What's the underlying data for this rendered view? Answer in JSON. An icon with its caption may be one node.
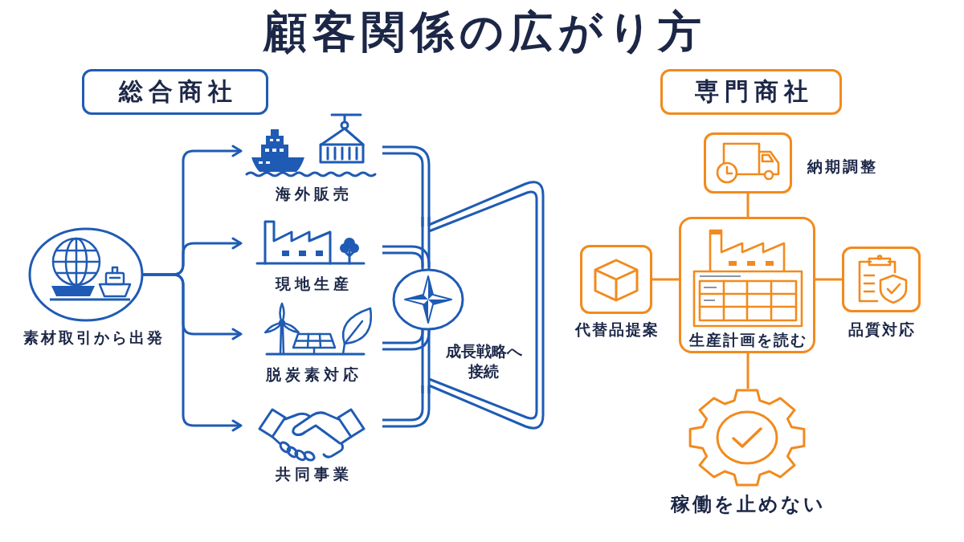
{
  "diagram": {
    "title": "顧客関係の広がり方",
    "nodes": [
      {
        "text": [
          "総合商社"
        ]
      },
      {
        "text": [
          "素材取引から出発"
        ]
      },
      {
        "text": [
          "海外販売"
        ]
      },
      {
        "text": [
          "現地生産"
        ]
      },
      {
        "text": [
          "脱炭素対応"
        ]
      },
      {
        "text": [
          "共同事業"
        ]
      },
      {
        "text": [
          "成長戦略へ接続"
        ]
      },
      {
        "text": [
          "専門商社"
        ]
      },
      {
        "text": [],
        "shape": "box",
        "beside": [
          "納期調整"
        ]
      },
      {
        "text": [
          "代替品提案"
        ]
      },
      {
        "text": [
          "生産計画を読む"
        ]
      },
      {
        "text": [
          "品質対応"
        ]
      },
      {
        "text": [
          "稼働を止めない"
        ]
      }
    ],
    "edges": [
      {
        "from": 1,
        "to": 2,
        "arrow": "to"
      },
      {
        "from": 1,
        "to": 3,
        "arrow": "to"
      },
      {
        "from": 1,
        "to": 4,
        "arrow": "to"
      },
      {
        "from": 1,
        "to": 5,
        "arrow": "to"
      },
      {
        "from": 2,
        "to": 6,
        "arrow": "none"
      },
      {
        "from": 3,
        "to": 6,
        "arrow": "none"
      },
      {
        "from": 4,
        "to": 6,
        "arrow": "none"
      },
      {
        "from": 5,
        "to": 6,
        "arrow": "none"
      },
      {
        "from": 10,
        "to": 8,
        "arrow": "none",
        "color": "#f28a1d"
      },
      {
        "from": 10,
        "to": 9,
        "arrow": "none",
        "color": "#f28a1d"
      },
      {
        "from": 10,
        "to": 11,
        "arrow": "none",
        "color": "#f28a1d"
      },
      {
        "from": 10,
        "to": 12,
        "arrow": "none",
        "color": "#f28a1d"
      }
    ]
  }
}
